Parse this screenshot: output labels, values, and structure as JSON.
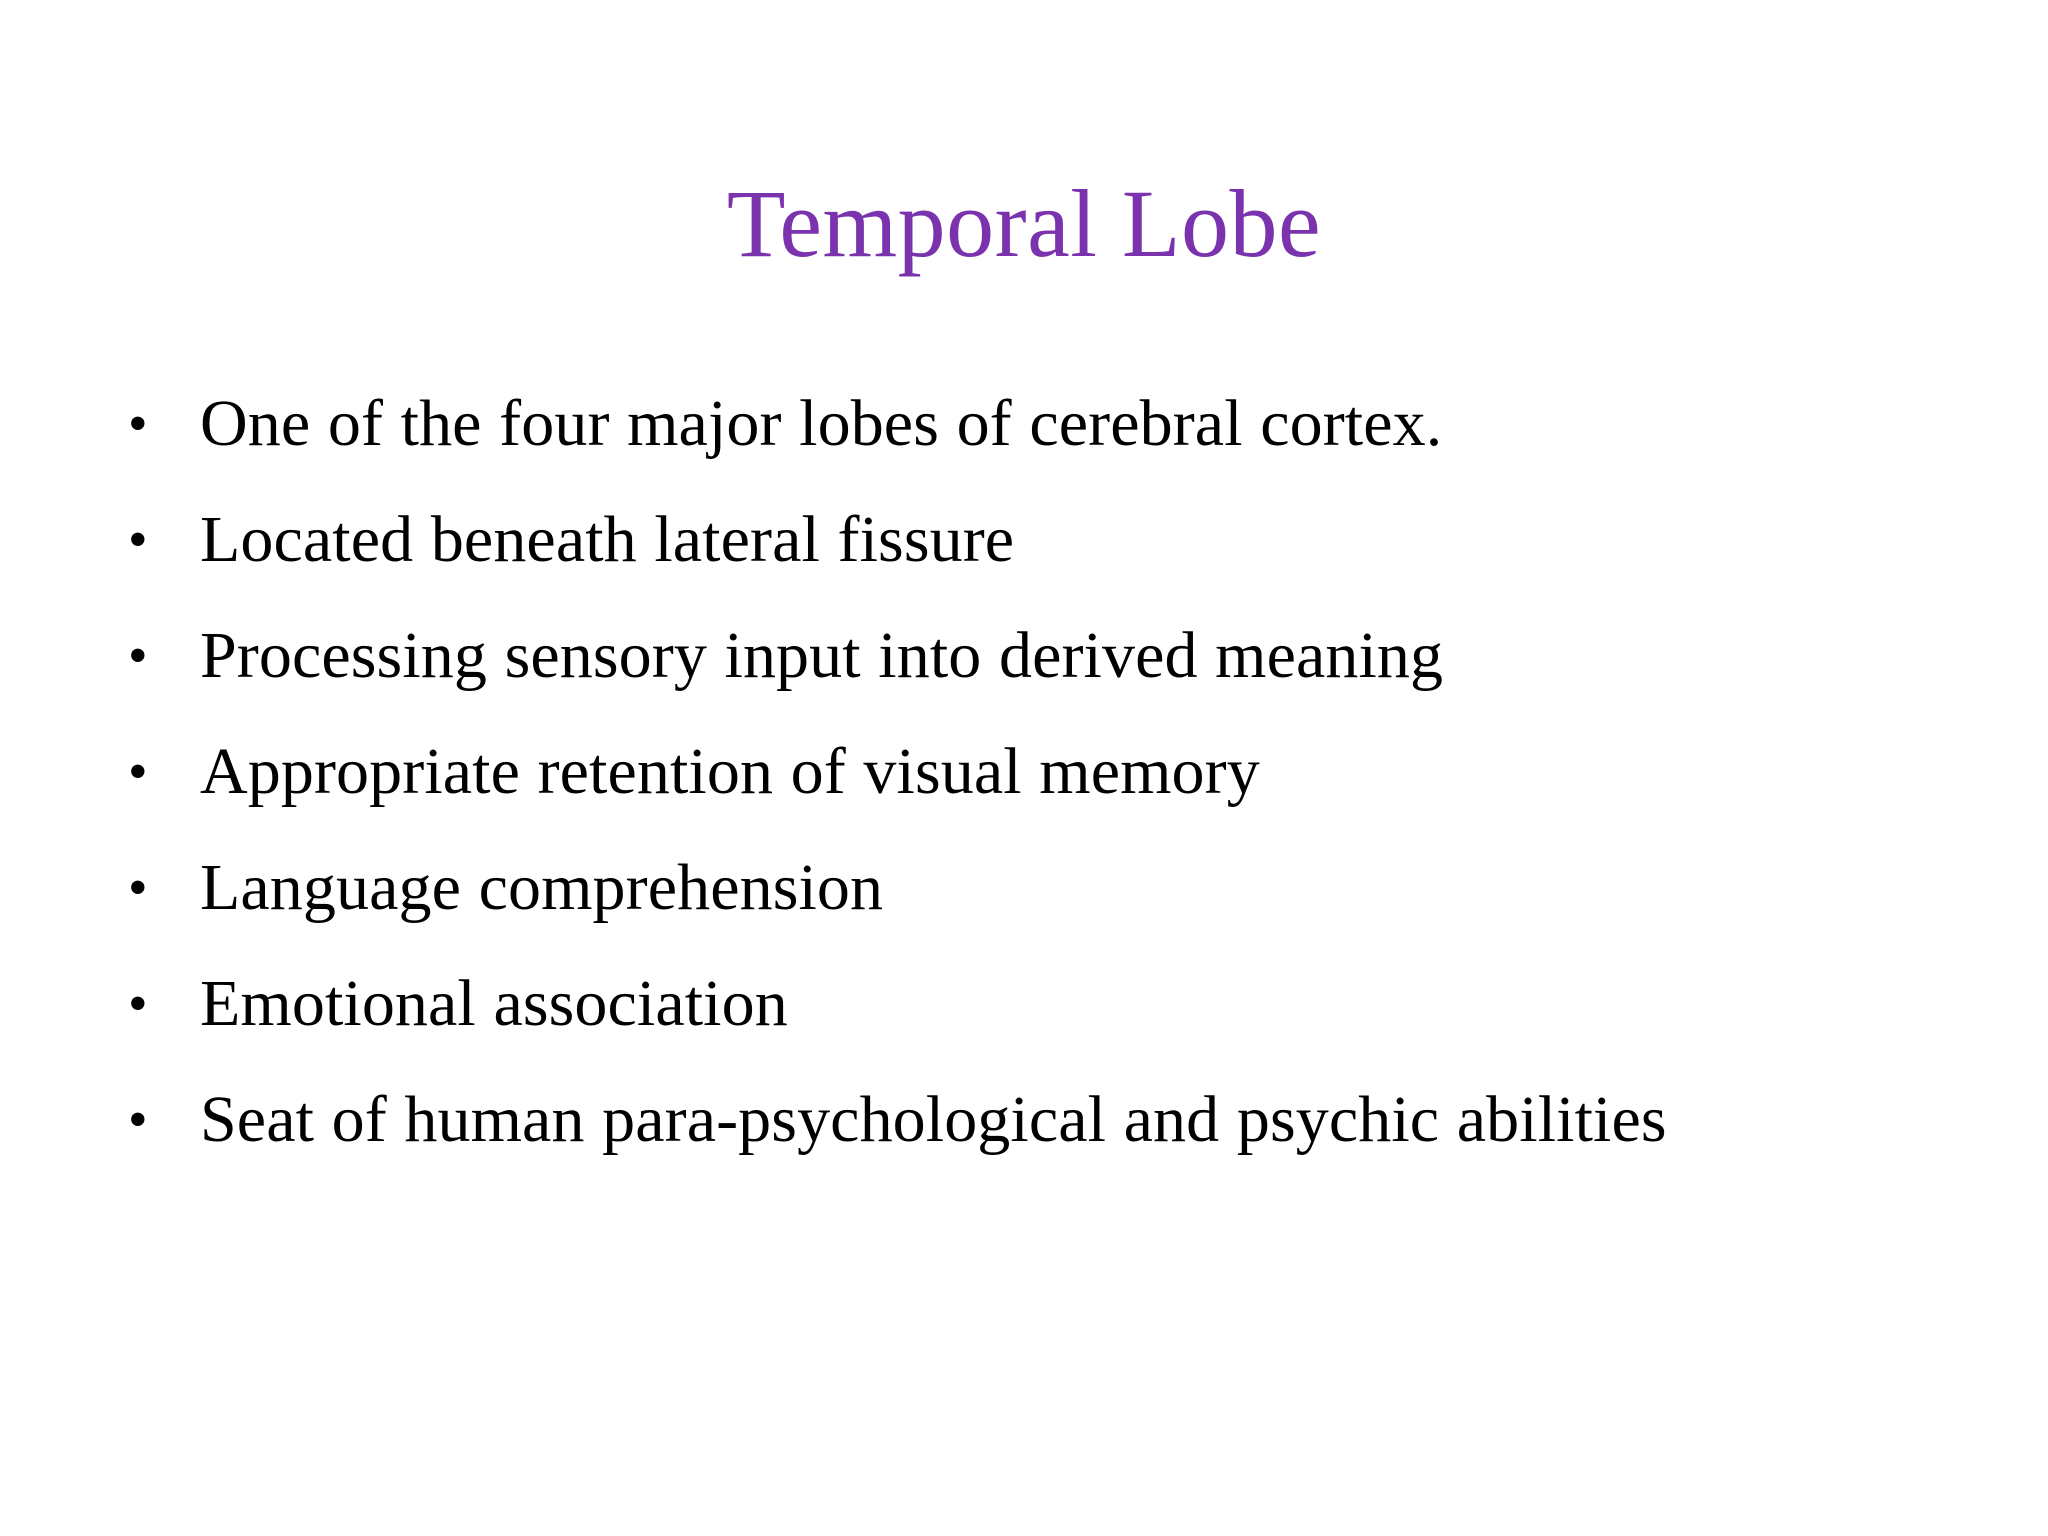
{
  "slide": {
    "background_color": "#FFFFFF",
    "title": "Temporal Lobe",
    "title_color": "#7A33AD",
    "body_color": "#000000",
    "bullet_glyph": "•",
    "bullets": [
      {
        "text": "One of the four major lobes of cerebral cortex."
      },
      {
        "text": "Located beneath lateral fissure"
      },
      {
        "text": "Processing sensory input into derived meaning"
      },
      {
        "text": "Appropriate retention of visual memory"
      },
      {
        "text": "Language comprehension"
      },
      {
        "text": "Emotional association"
      },
      {
        "text": "Seat of human para-psychological and psychic abilities"
      }
    ]
  }
}
